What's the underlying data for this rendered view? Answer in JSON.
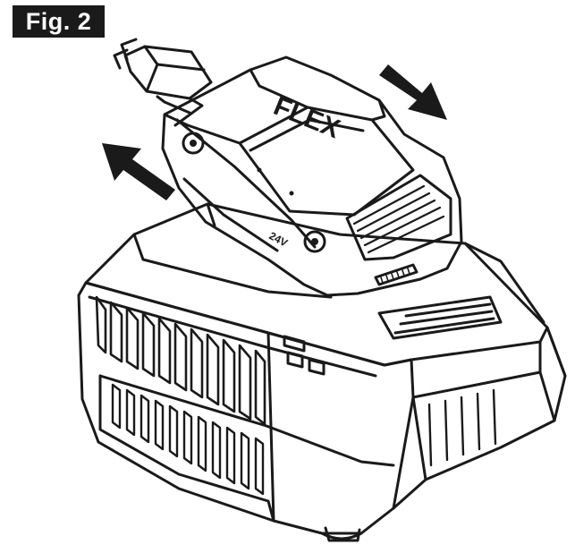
{
  "figure": {
    "label": "Fig. 2",
    "brand": "FLEX",
    "battery_marking": "24V"
  },
  "colors": {
    "ink": "#1a1a1a",
    "background": "#ffffff",
    "label_bg": "#1a1a1a",
    "label_text": "#ffffff"
  },
  "icons": [
    "plug-icon",
    "arrow-remove-icon",
    "arrow-insert-icon"
  ]
}
